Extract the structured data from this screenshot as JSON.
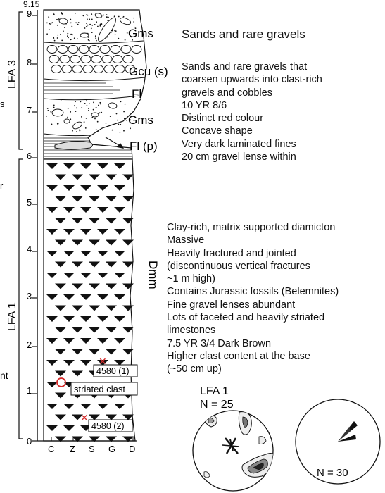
{
  "axis": {
    "top_value": "9.15",
    "ticks": [
      "0",
      "1",
      "2",
      "3",
      "4",
      "5",
      "6",
      "7",
      "8",
      "9"
    ],
    "grain_size_labels": [
      "C",
      "Z",
      "S",
      "G",
      "D"
    ]
  },
  "units": {
    "upper": "LFA 3",
    "lower": "LFA 1"
  },
  "left_cut_text": {
    "upper": "s",
    "middle": "r",
    "lower": "nt"
  },
  "facies_codes": {
    "gms_top": "Gms",
    "gcu": "Gcu (s)",
    "fl": "Fl",
    "gms_lower": "Gms",
    "fl_p": "Fl (p)",
    "dmm": "Dmm"
  },
  "upper_description": {
    "heading": "Sands and rare gravels",
    "lines": [
      "Sands and rare gravels that",
      "coarsen upwards into clast-rich",
      "gravels and cobbles",
      "10 YR 8/6",
      "Distinct red colour",
      "Concave shape",
      "Very dark laminated fines",
      "20 cm gravel lense within"
    ]
  },
  "lower_description": {
    "lines": [
      "Clay-rich, matrix supported diamicton",
      "Massive",
      "Heavily fractured and jointed",
      "(discontinuous vertical fractures",
      "~1 m high)",
      "Contains Jurassic fossils (Belemnites)",
      "Fine gravel lenses abundant",
      "Lots of faceted and heavily striated",
      "limestones",
      "7.5 YR 3/4 Dark Brown",
      "Higher clast content at the base",
      "(~50 cm up)"
    ]
  },
  "samples": {
    "sample_1": "4580 (1)",
    "striated": "striated clast",
    "sample_2": "4580 (2)"
  },
  "fabric": {
    "label": "LFA 1",
    "n_left": "N = 25",
    "n_right": "N = 30"
  },
  "colors": {
    "ink": "#111111",
    "marker_red": "#d42a2a",
    "diamicton_fill": "#111111"
  }
}
